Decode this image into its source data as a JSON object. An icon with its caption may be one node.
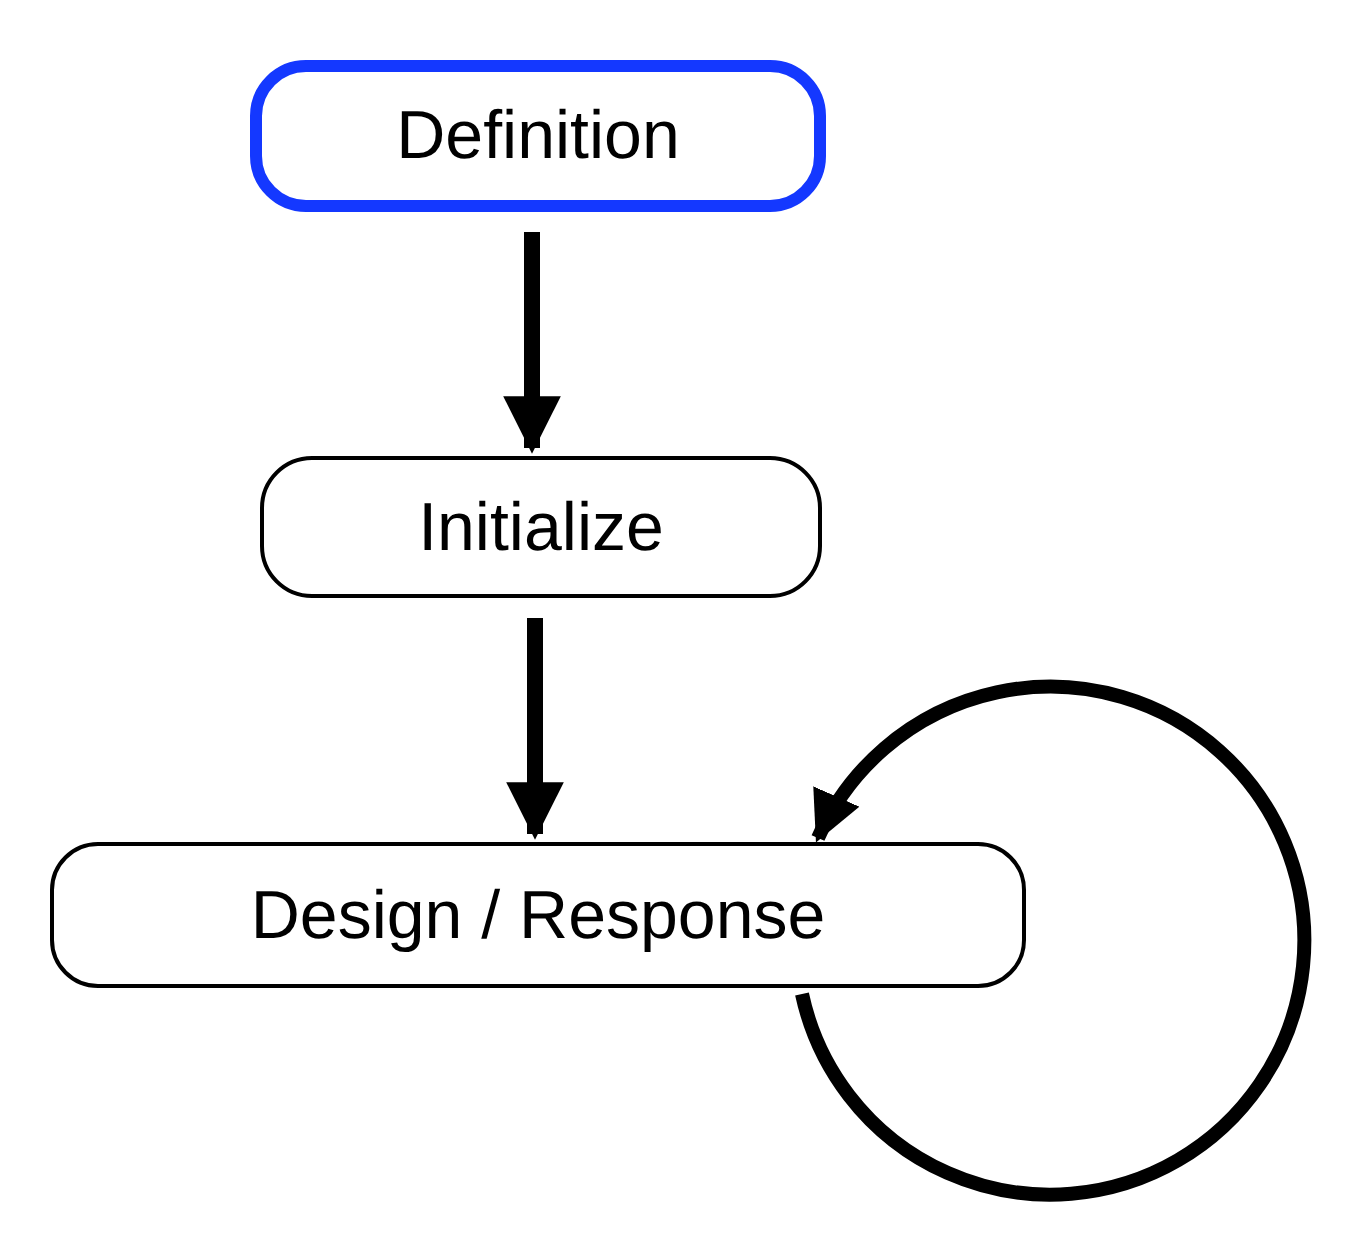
{
  "diagram": {
    "nodes": [
      {
        "text": [
          "Definition"
        ]
      },
      {
        "text": [
          "Initialize"
        ]
      },
      {
        "text": [
          "Design / Response"
        ]
      }
    ],
    "edges": [
      {
        "from": 0,
        "to": 1,
        "arrow": "to"
      },
      {
        "from": 1,
        "to": 2,
        "arrow": "to"
      },
      {
        "from": 2,
        "to": 2,
        "arrow": "to"
      }
    ]
  }
}
